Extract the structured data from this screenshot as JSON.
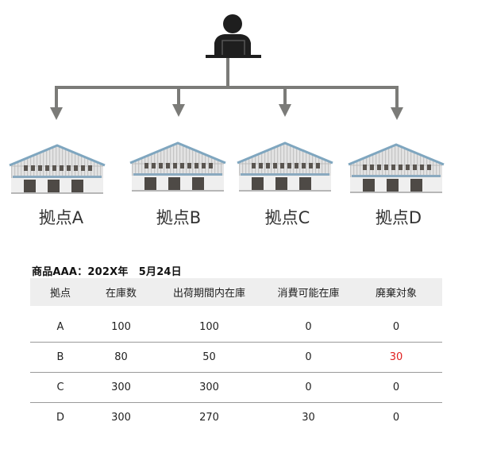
{
  "sites": [
    "拠点A",
    "拠点B",
    "拠点C",
    "拠点D"
  ],
  "table_title": "商品AAA：202X年　5月24日",
  "table": {
    "headers": [
      "拠点",
      "在庫数",
      "出荷期間内在庫",
      "消費可能在庫",
      "廃棄対象"
    ],
    "rows": [
      [
        "A",
        "100",
        "100",
        "0",
        "0"
      ],
      [
        "B",
        "80",
        "50",
        "0",
        "30"
      ],
      [
        "C",
        "300",
        "300",
        "0",
        "0"
      ],
      [
        "D",
        "300",
        "270",
        "30",
        "0"
      ]
    ]
  },
  "colors": {
    "arrow": "#7b7b78",
    "person": "#1e1e1e",
    "roof": "#7fa6bf",
    "warehouse_wall": "#dcdcdc",
    "highlight": "#e02020"
  }
}
